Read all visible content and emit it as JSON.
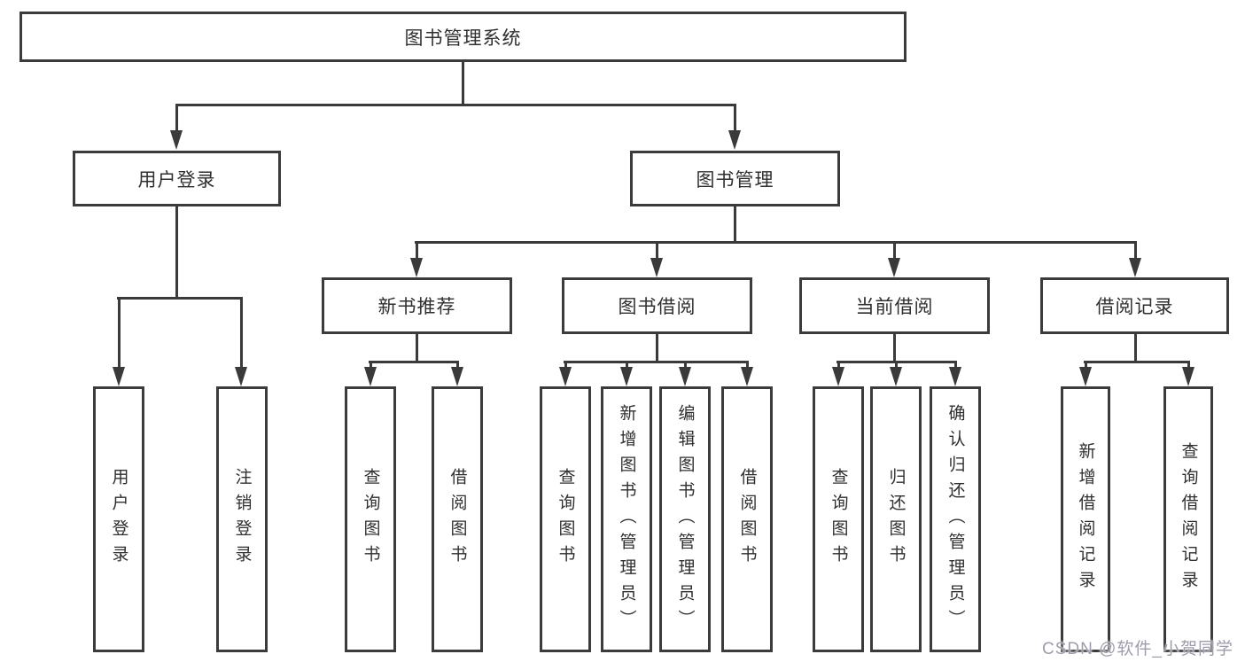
{
  "diagram": {
    "root": {
      "label": "图书管理系统"
    },
    "level2": [
      {
        "label": "用户登录"
      },
      {
        "label": "图书管理"
      }
    ],
    "level3": [
      {
        "label": "新书推荐"
      },
      {
        "label": "图书借阅"
      },
      {
        "label": "当前借阅"
      },
      {
        "label": "借阅记录"
      }
    ],
    "leaves": {
      "user_login": [
        {
          "label": "用户登录"
        },
        {
          "label": "注销登录"
        }
      ],
      "new_book": [
        {
          "label": "查询图书"
        },
        {
          "label": "借阅图书"
        }
      ],
      "book_borrowing": [
        {
          "label": "查询图书"
        },
        {
          "label": "新增图书（管理员）"
        },
        {
          "label": "编辑图书（管理员）"
        },
        {
          "label": "借阅图书"
        }
      ],
      "current_borrowing": [
        {
          "label": "查询图书"
        },
        {
          "label": "归还图书"
        },
        {
          "label": "确认归还（管理员）"
        }
      ],
      "borrow_records": [
        {
          "label": "新增借阅记录"
        },
        {
          "label": "查询借阅记录"
        }
      ]
    },
    "watermark": "CSDN @软件_小贺同学",
    "colors": {
      "border": "#3b3b3b",
      "text": "#2f2f2f",
      "watermark": "#9d9dab"
    }
  }
}
